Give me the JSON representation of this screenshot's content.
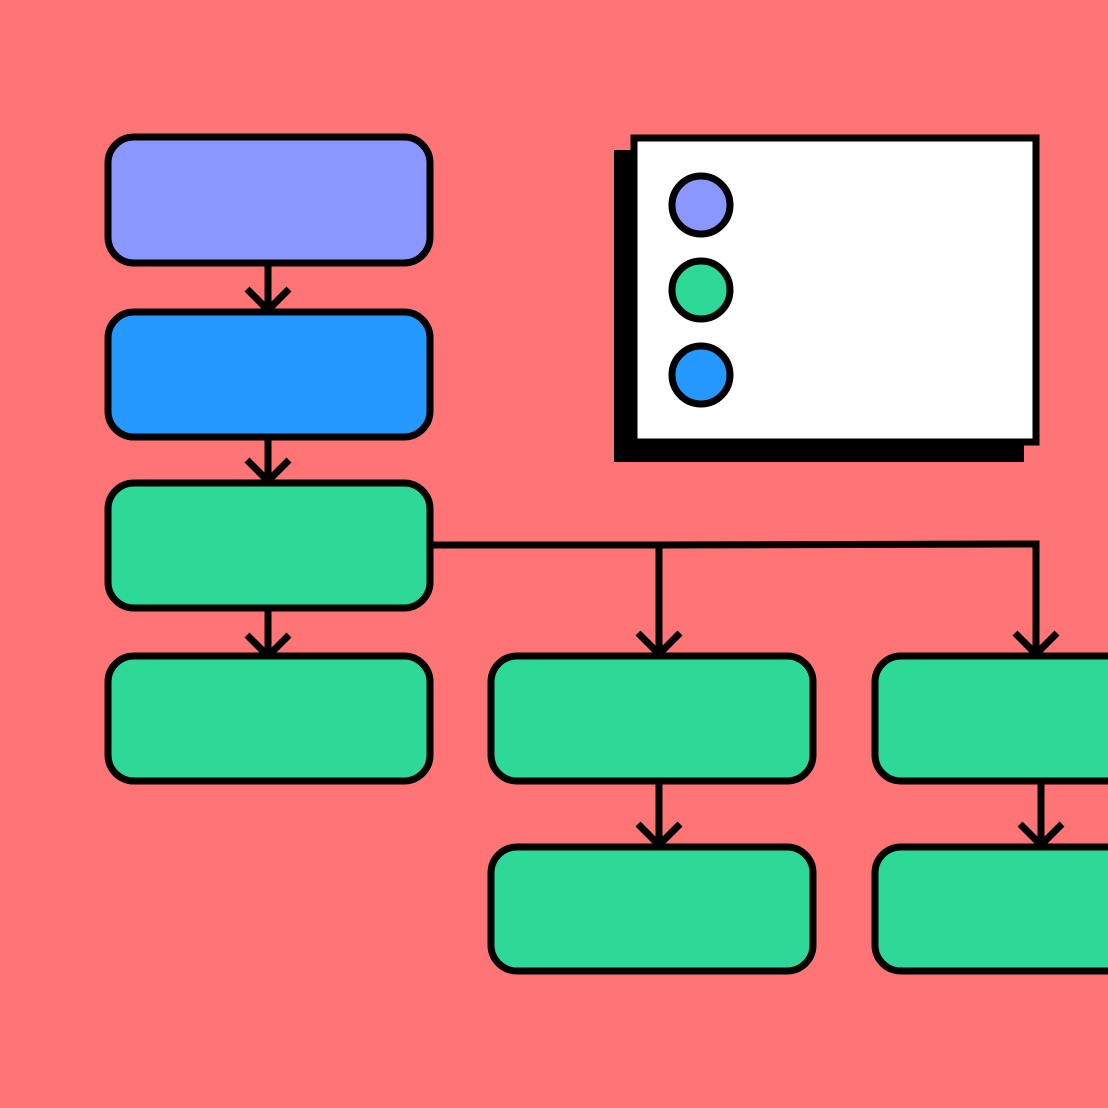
{
  "colors": {
    "background": "#FF7575",
    "outline": "#000000",
    "node_lavender": "#8A97FF",
    "node_blue": "#2599FF",
    "node_green": "#2ED997",
    "legend_fill": "#FFFFFF",
    "legend_shadow": "#000000"
  },
  "nodes": [
    {
      "id": "node-1",
      "color": "node_lavender"
    },
    {
      "id": "node-2",
      "color": "node_blue"
    },
    {
      "id": "node-3",
      "color": "node_green"
    },
    {
      "id": "node-4",
      "color": "node_green"
    },
    {
      "id": "node-5",
      "color": "node_green"
    },
    {
      "id": "node-6",
      "color": "node_green"
    },
    {
      "id": "node-7",
      "color": "node_green"
    },
    {
      "id": "node-8",
      "color": "node_green"
    }
  ],
  "edges": [
    {
      "from": "node-1",
      "to": "node-2"
    },
    {
      "from": "node-2",
      "to": "node-3"
    },
    {
      "from": "node-3",
      "to": "node-4"
    },
    {
      "from": "node-3",
      "to": "node-5"
    },
    {
      "from": "node-3",
      "to": "node-6"
    },
    {
      "from": "node-5",
      "to": "node-7"
    },
    {
      "from": "node-6",
      "to": "node-8"
    }
  ],
  "legend": {
    "items": [
      {
        "color": "node_lavender"
      },
      {
        "color": "node_green"
      },
      {
        "color": "node_blue"
      }
    ]
  }
}
